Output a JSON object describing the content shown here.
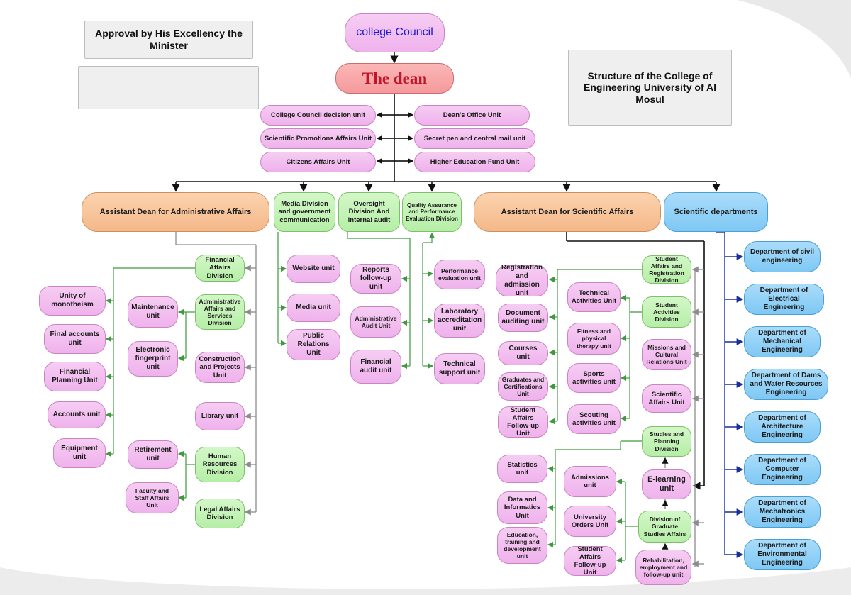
{
  "header": {
    "approval": "Approval by His Excellency the Minister",
    "structure": "Structure of the College of Engineering University of Al Mosul",
    "council": "college Council",
    "dean": "The dean"
  },
  "dean_units": {
    "left": [
      "College Council decision unit",
      "Scientific Promotions Affairs Unit",
      "Citizens Affairs Unit"
    ],
    "right": [
      "Dean's Office Unit",
      "Secret pen and central mail unit",
      "Higher Education Fund Unit"
    ]
  },
  "top_divisions": {
    "admin": "Assistant Dean for Administrative Affairs",
    "media": "Media Division and government communication",
    "oversight": "Oversight Division And internal audit",
    "quality": "Quality Assurance and Performance Evaluation Division",
    "scientific": "Assistant Dean for Scientific Affairs",
    "departments_head": "Scientific departments"
  },
  "admin": {
    "divisions": [
      "Financial Affairs Division",
      "Administrative Affairs and Services Division",
      "Construction and Projects Unit",
      "Library unit",
      "Human Resources Division",
      "Legal Affairs Division"
    ],
    "financial_units": [
      "Unity of monotheism",
      "Final accounts unit",
      "Financial Planning Unit",
      "Accounts unit",
      "Equipment unit"
    ],
    "services_units": [
      "Maintenance unit",
      "Electronic fingerprint unit"
    ],
    "hr_units": [
      "Retirement unit",
      "Faculty and Staff Affairs Unit"
    ]
  },
  "media_units": [
    "Website unit",
    "Media unit",
    "Public Relations Unit"
  ],
  "oversight_units": [
    "Reports follow-up unit",
    "Administrative Audit Unit",
    "Financial audit unit"
  ],
  "quality_units": [
    "Performance evaluation unit",
    "Laboratory accreditation unit",
    "Technical support unit"
  ],
  "scientific": {
    "divisions": [
      "Student Affairs and Registration Division",
      "Student Activities Division",
      "Missions and Cultural Relations Unit",
      "Scientific Affairs Unit",
      "Studies and Planning Division",
      "E-learning unit",
      "Division of Graduate Studies Affairs",
      "Rehabilitation, employment and follow-up unit"
    ],
    "registration_units": [
      "Registration and admission unit",
      "Document auditing unit",
      "Courses unit",
      "Graduates and Certifications Unit",
      "Student Affairs Follow-up Unit"
    ],
    "activities_units": [
      "Technical Activities Unit",
      "Fitness and physical therapy unit",
      "Sports activities unit",
      "Scouting activities unit"
    ],
    "planning_units": [
      "Statistics unit",
      "Data and Informatics Unit",
      "Education, training and development unit"
    ],
    "graduate_units": [
      "Admissions unit",
      "University Orders Unit",
      "Student Affairs Follow-up Unit"
    ]
  },
  "departments": [
    "Department of civil engineering",
    "Department of Electrical Engineering",
    "Department of Mechanical Engineering",
    "Department of Dams and Water Resources Engineering",
    "Department of Architecture Engineering",
    "Department of Computer Engineering",
    "Department of Mechatronics Engineering",
    "Department of Environmental Engineering"
  ],
  "colors": {
    "pink": "#efb2ec",
    "green": "#b6eea7",
    "orange": "#f4b889",
    "blue": "#7ec8f4",
    "dean_red": "#f59a9c",
    "dean_text": "#c0152a",
    "council_text": "#1b1bd6",
    "green_line": "#3f9a3f",
    "blue_line": "#1b2f9a",
    "grey_line": "#8c8c8c"
  }
}
